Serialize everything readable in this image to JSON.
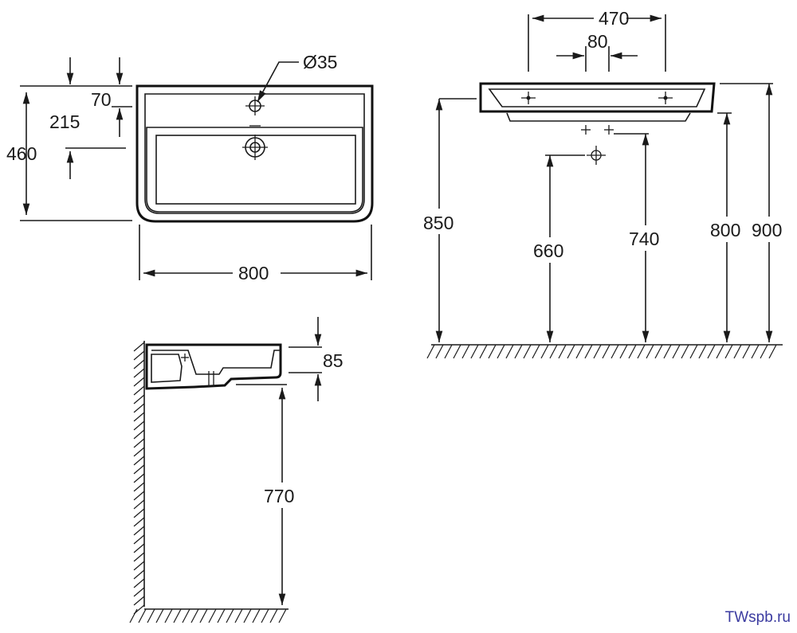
{
  "watermark": "TWspb.ru",
  "top_view": {
    "width": "800",
    "depth": "460",
    "tap_hole_offset": "70",
    "drain_offset": "215",
    "tap_hole_diameter": "Ø35"
  },
  "front_view": {
    "tap_spacing_outer": "470",
    "tap_spacing_inner": "80",
    "height_850": "850",
    "height_660": "660",
    "height_740": "740",
    "height_800": "800",
    "height_900": "900"
  },
  "side_view": {
    "basin_height": "85",
    "mount_height": "770"
  }
}
